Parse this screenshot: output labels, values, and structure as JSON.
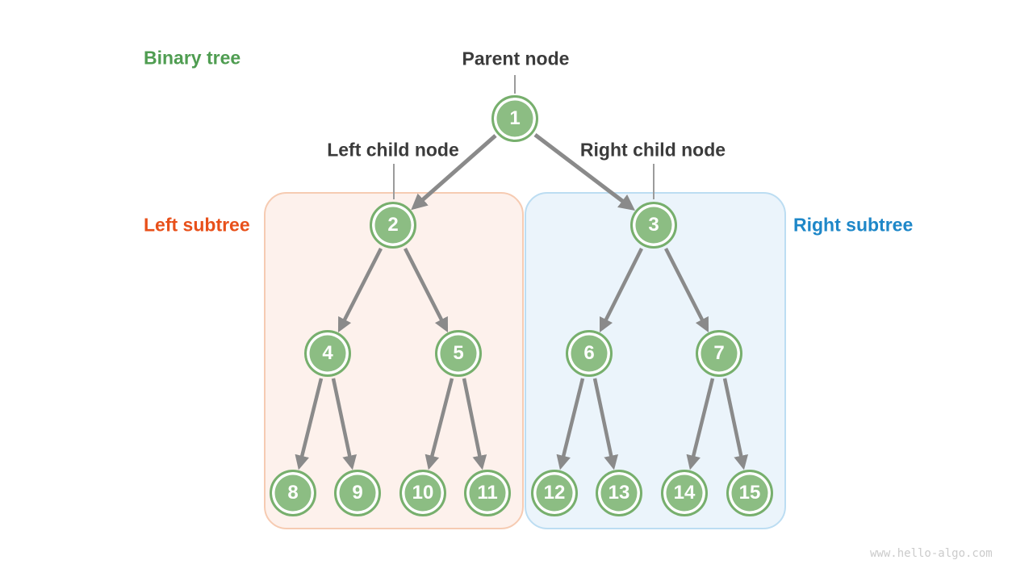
{
  "diagram": {
    "title": "Binary tree",
    "parent_label": "Parent node",
    "left_child_label": "Left child node",
    "right_child_label": "Right child node",
    "left_subtree_label": "Left subtree",
    "right_subtree_label": "Right subtree",
    "watermark": "www.hello-algo.com"
  },
  "nodes": [
    "1",
    "2",
    "3",
    "4",
    "5",
    "6",
    "7",
    "8",
    "9",
    "10",
    "11",
    "12",
    "13",
    "14",
    "15"
  ],
  "edges": [
    [
      1,
      2
    ],
    [
      1,
      3
    ],
    [
      2,
      4
    ],
    [
      2,
      5
    ],
    [
      3,
      6
    ],
    [
      3,
      7
    ],
    [
      4,
      8
    ],
    [
      4,
      9
    ],
    [
      5,
      10
    ],
    [
      5,
      11
    ],
    [
      6,
      12
    ],
    [
      6,
      13
    ],
    [
      7,
      14
    ],
    [
      7,
      15
    ]
  ],
  "colors": {
    "node_fill": "#8CBD83",
    "node_border": "#77AF6D",
    "title_green": "#4F9D51",
    "left_subtree_text": "#E8501A",
    "right_subtree_text": "#1E87C8",
    "left_box_bg": "#FDF1EC",
    "left_box_border": "#F6CBB2",
    "right_box_bg": "#EBF4FB",
    "right_box_border": "#BCDDF2",
    "arrow": "#8A8A8A",
    "callout": "#9B9B9B",
    "label_text": "#3B3B3B",
    "watermark": "#CBCBCB"
  }
}
